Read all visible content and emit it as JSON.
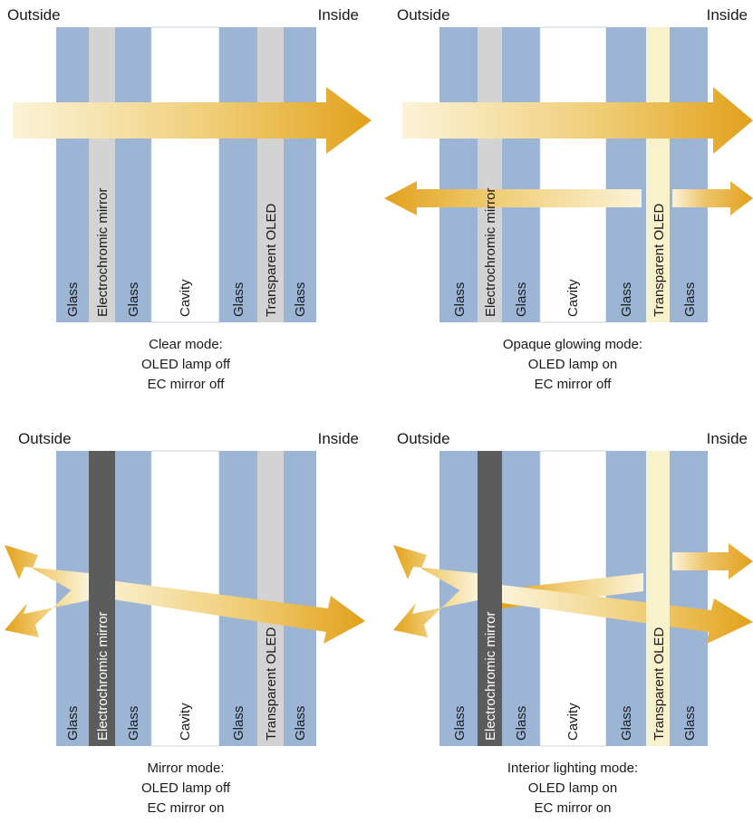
{
  "panels": [
    {
      "outside": "Outside",
      "inside": "Inside",
      "layers": [
        "Glass",
        "Electrochromic mirror",
        "Glass",
        "Cavity",
        "Glass",
        "Transparent OLED",
        "Glass"
      ],
      "mirror_state": "off",
      "oled_state": "off",
      "caption": [
        "Clear mode:",
        "OLED lamp off",
        "EC mirror off"
      ]
    },
    {
      "outside": "Outside",
      "inside": "Inside",
      "layers": [
        "Glass",
        "Electrochromic mirror",
        "Glass",
        "Cavity",
        "Glass",
        "Transparent OLED",
        "Glass"
      ],
      "mirror_state": "off",
      "oled_state": "on",
      "caption": [
        "Opaque glowing mode:",
        "OLED lamp on",
        "EC mirror off"
      ]
    },
    {
      "outside": "Outside",
      "inside": "Inside",
      "layers": [
        "Glass",
        "Electrochromic mirror",
        "Glass",
        "Cavity",
        "Glass",
        "Transparent OLED",
        "Glass"
      ],
      "mirror_state": "on",
      "oled_state": "off",
      "caption": [
        "Mirror mode:",
        "OLED lamp off",
        "EC mirror on"
      ]
    },
    {
      "outside": "Outside",
      "inside": "Inside",
      "layers": [
        "Glass",
        "Electrochromic mirror",
        "Glass",
        "Cavity",
        "Glass",
        "Transparent OLED",
        "Glass"
      ],
      "mirror_state": "on",
      "oled_state": "on",
      "caption": [
        "Interior lighting mode:",
        "OLED lamp on",
        "EC mirror on"
      ]
    }
  ],
  "colors": {
    "glass": "#9db5d4",
    "mirror_off": "#d3d3d3",
    "mirror_on": "#5c5c5c",
    "cavity": "#ffffff",
    "oled_off": "#d3d3d3",
    "oled_on": "#f8f2cc",
    "light": "#e2a823"
  }
}
